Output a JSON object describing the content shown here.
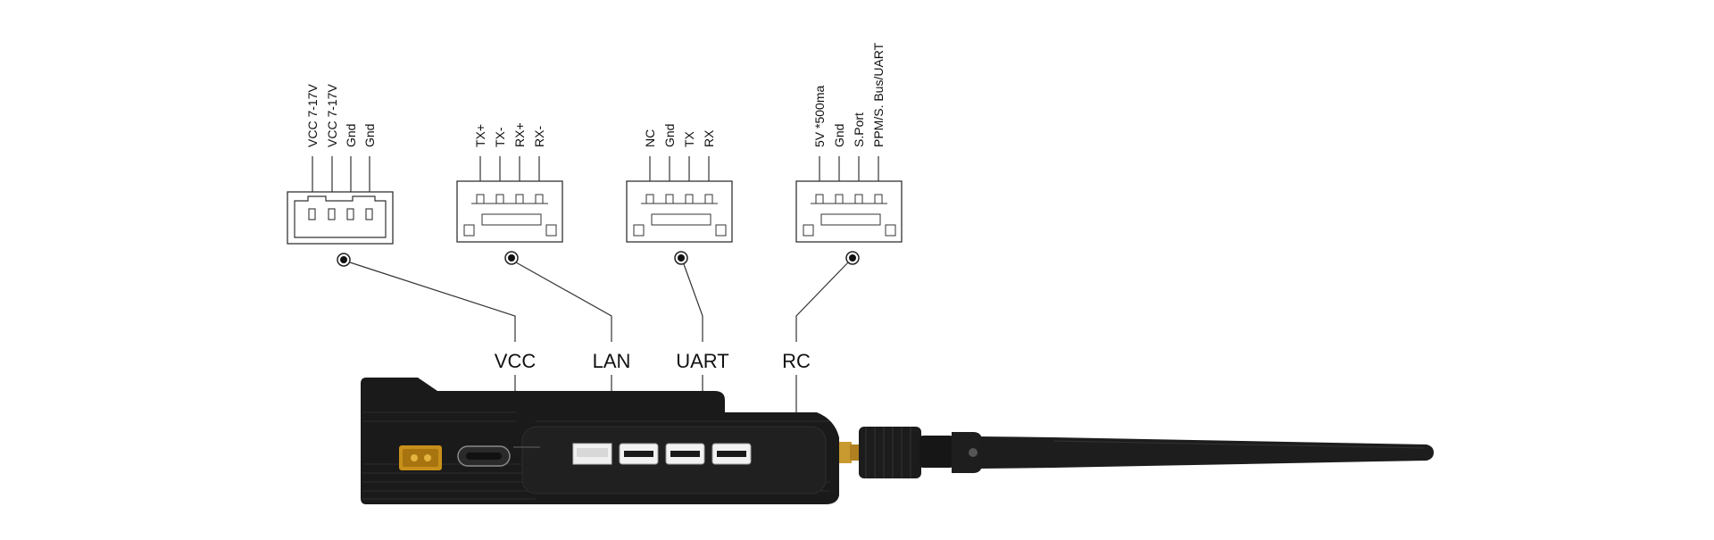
{
  "ports": [
    {
      "name": "VCC",
      "pins": [
        "VCC 7-17V",
        "VCC 7-17V",
        "Gnd",
        "Gnd"
      ]
    },
    {
      "name": "LAN",
      "pins": [
        "TX+",
        "TX-",
        "RX+",
        "RX-"
      ]
    },
    {
      "name": "UART",
      "pins": [
        "NC",
        "Gnd",
        "TX",
        "RX"
      ]
    },
    {
      "name": "RC",
      "pins": [
        "5V *500ma",
        "Gnd",
        "S.Port",
        "PPM/S. Bus/UART"
      ]
    }
  ],
  "colors": {
    "body": "#1a1a1a",
    "body_edge": "#2a2a2a",
    "power_connector": "#c8901a",
    "socket": "#f2f2f2",
    "line": "#333333"
  }
}
